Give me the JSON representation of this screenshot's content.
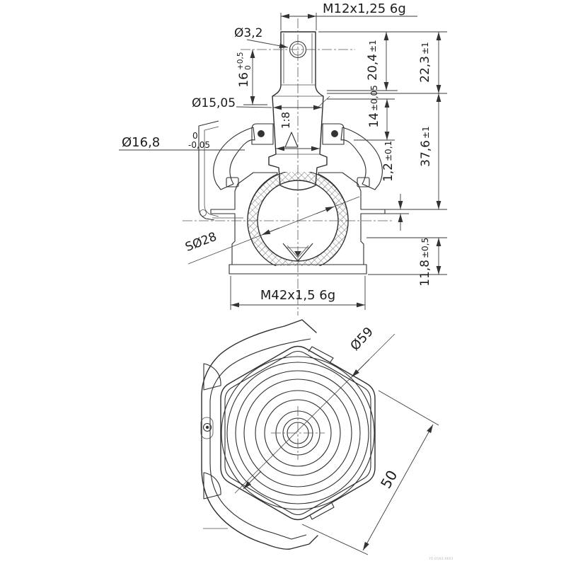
{
  "drawing": {
    "title": "Ball joint technical drawing",
    "background": "#ffffff",
    "line_color": "#2e2e2e",
    "dim_color": "#3a3a3a",
    "watermark": "70.0593.0601",
    "section_view": {
      "dims": {
        "thread_top": "M12x1,25 6g",
        "pin_hole": "Ø3,2",
        "len16": "16",
        "len16_up": "+0,5",
        "len16_dn": "0",
        "taper_dia": "Ø15,05",
        "taper_ratio": "1:8",
        "seat_dia": "Ø16,8",
        "seat_up": "0",
        "seat_dn": "-0,05",
        "h_20_4": "20,4",
        "h_20_4_tol": "±1",
        "h_22_3": "22,3",
        "h_22_3_tol": "±1",
        "h_14": "14",
        "h_14_tol": "±0,05",
        "h_37_6": "37,6",
        "h_37_6_tol": "±1",
        "h_1_2": "1,2",
        "h_1_2_tol": "±0,1",
        "h_11_8": "11,8",
        "h_11_8_tol": "±0,5",
        "ball_dia": "SØ28",
        "thread_bottom": "M42x1,5 6g"
      }
    },
    "front_view": {
      "dims": {
        "outer_dia": "Ø59",
        "across_flats": "50"
      }
    }
  }
}
